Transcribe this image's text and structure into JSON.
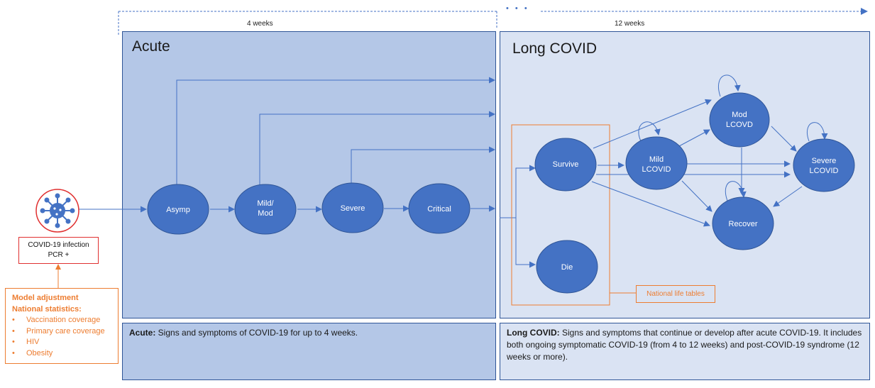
{
  "timeline": {
    "acute_label": "4 weeks",
    "long_label": "12 weeks",
    "ellipsis": "• • •"
  },
  "panels": {
    "acute_title": "Acute",
    "long_title": "Long COVID"
  },
  "infection": {
    "line1": "COVID-19 infection",
    "line2": "PCR +",
    "icon": "virus-icon"
  },
  "model_adjustment": {
    "title1": "Model adjustment",
    "title2": "National statistics:",
    "items": [
      "Vaccination coverage",
      "Primary care coverage",
      "HIV",
      "Obesity"
    ]
  },
  "life_tables": "National life tables",
  "nodes": {
    "asymp": "Asymp",
    "mild_mod_1": "Mild/",
    "mild_mod_2": "Mod",
    "severe": "Severe",
    "critical": "Critical",
    "survive": "Survive",
    "die": "Die",
    "mild_lcovid_1": "Mild",
    "mild_lcovid_2": "LCOVID",
    "mod_lcovd_1": "Mod",
    "mod_lcovd_2": "LCOVD",
    "severe_lcovid_1": "Severe",
    "severe_lcovid_2": "LCOVID",
    "recover": "Recover"
  },
  "definitions": {
    "acute_term": "Acute:",
    "acute_text": " Signs and symptoms of COVID-19 for up to 4 weeks.",
    "long_term": "Long COVID:",
    "long_text": " Signs and symptoms that continue or develop after acute COVID-19. It includes both ongoing symptomatic COVID-19 (from 4 to 12 weeks) and post-COVID-19 syndrome (12 weeks or more)."
  },
  "colors": {
    "node_fill": "#4472c4",
    "node_stroke": "#2f5597",
    "arrow": "#4472c4",
    "acute_bg": "#b4c7e7",
    "long_bg": "#dae3f3",
    "accent_orange": "#ed7d31",
    "infection_red": "#e03030"
  }
}
